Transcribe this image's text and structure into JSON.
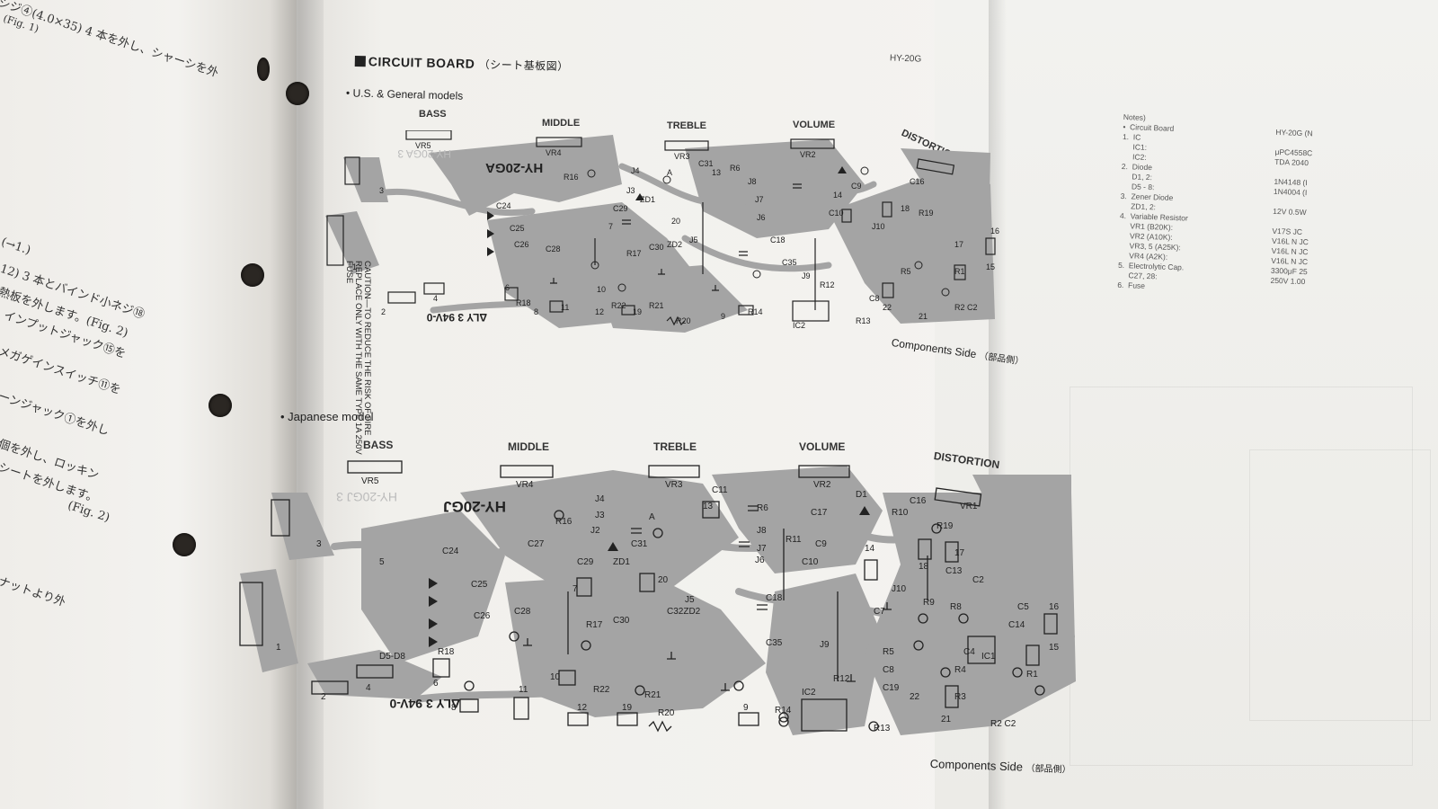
{
  "header": {
    "title": "CIRCUIT BOARD",
    "title_jp": "（シート基板図）",
    "model_no": "HY-20G"
  },
  "left_page": {
    "lines": [
      "シジ④(4.0×35) 4 本を外し、シャーシを外",
      "(Fig. 1)",
      "(→1.)",
      "12) 3 本とバインド小ネジ⑱",
      "熱板を外します。(Fig. 2)",
      "インプットジャック⑮を",
      "メガゲインスイッチ⑪を",
      "ーンジャック①を外し",
      "個を外し、ロッキン",
      "シートを外します。",
      "(Fig. 2)",
      "ナットより外"
    ]
  },
  "boards": [
    {
      "section": "U.S. & General models",
      "model_label": "HY-20GA",
      "caution": "CAUTION—TO REDUCE THE RISK OF FIRE REPLACE ONLY WITH THE SAME TYPE 1A 250V FUSE",
      "controls": [
        "BASS",
        "MIDDLE",
        "TREBLE",
        "VOLUME",
        "DISTORTION"
      ],
      "footer": "Components Side",
      "footer_jp": "（部品側）"
    },
    {
      "section": "Japanese model",
      "model_label": "HY-20GJ",
      "controls": [
        "BASS",
        "MIDDLE",
        "TREBLE",
        "VOLUME",
        "DISTORTION"
      ],
      "footer": "Components Side",
      "footer_jp": "（部品側）"
    }
  ],
  "notes": {
    "heading": "Notes)",
    "rows": [
      {
        "label": "•  Circuit Board",
        "value": "HY-20G (N"
      },
      {
        "label": "1.  IC",
        "value": ""
      },
      {
        "label": "     IC1:",
        "value": "μPC4558C"
      },
      {
        "label": "     IC2:",
        "value": "TDA 2040"
      },
      {
        "label": "2.  Diode",
        "value": ""
      },
      {
        "label": "     D1, 2:",
        "value": "1N4148 (I"
      },
      {
        "label": "     D5 - 8:",
        "value": "1N4004 (I"
      },
      {
        "label": "3.  Zener Diode",
        "value": ""
      },
      {
        "label": "     ZD1, 2:",
        "value": "12V 0.5W"
      },
      {
        "label": "4.  Variable Resistor",
        "value": ""
      },
      {
        "label": "     VR1 (B20K):",
        "value": "V17S  JC"
      },
      {
        "label": "     VR2 (A10K):",
        "value": "V16L N JC"
      },
      {
        "label": "     VR3, 5 (A25K):",
        "value": "V16L N JC"
      },
      {
        "label": "     VR4 (A2K):",
        "value": "V16L N JC"
      },
      {
        "label": "5.  Electrolytic Cap.",
        "value": "3300μF 25"
      },
      {
        "label": "     C27, 28:",
        "value": "250V 1.00"
      },
      {
        "label": "6.  Fuse",
        "value": ""
      }
    ]
  },
  "colors": {
    "trace": "#a4a4a4",
    "ink": "#1e1e1e",
    "paper": "#f4f3f0"
  }
}
